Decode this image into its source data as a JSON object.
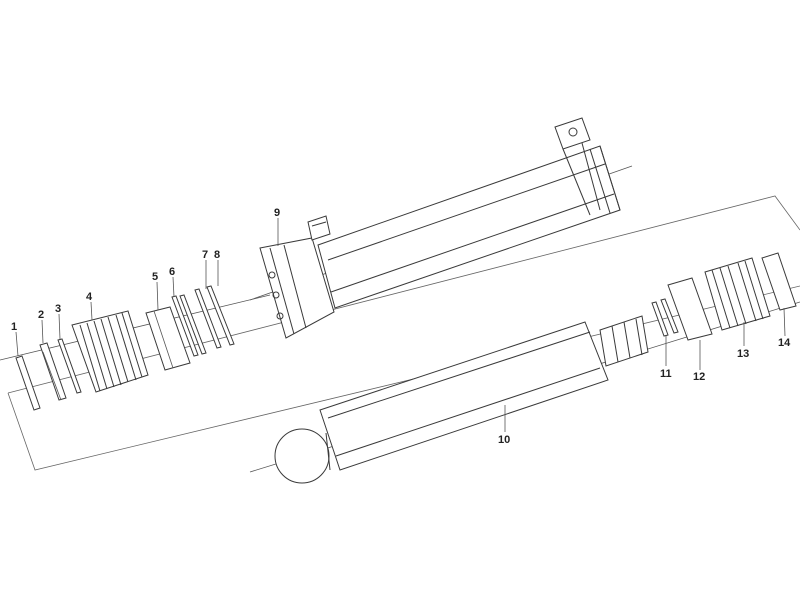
{
  "parts": [
    {
      "id": "p1",
      "number": "1"
    },
    {
      "id": "p2",
      "number": "2"
    },
    {
      "id": "p3",
      "number": "3"
    },
    {
      "id": "p4",
      "number": "4"
    },
    {
      "id": "p5",
      "number": "5"
    },
    {
      "id": "p6",
      "number": "6"
    },
    {
      "id": "p7",
      "number": "7"
    },
    {
      "id": "p8",
      "number": "8"
    },
    {
      "id": "p9",
      "number": "9"
    },
    {
      "id": "p10",
      "number": "10"
    },
    {
      "id": "p11",
      "number": "11"
    },
    {
      "id": "p12",
      "number": "12"
    },
    {
      "id": "p13",
      "number": "13"
    },
    {
      "id": "p14",
      "number": "14"
    }
  ]
}
